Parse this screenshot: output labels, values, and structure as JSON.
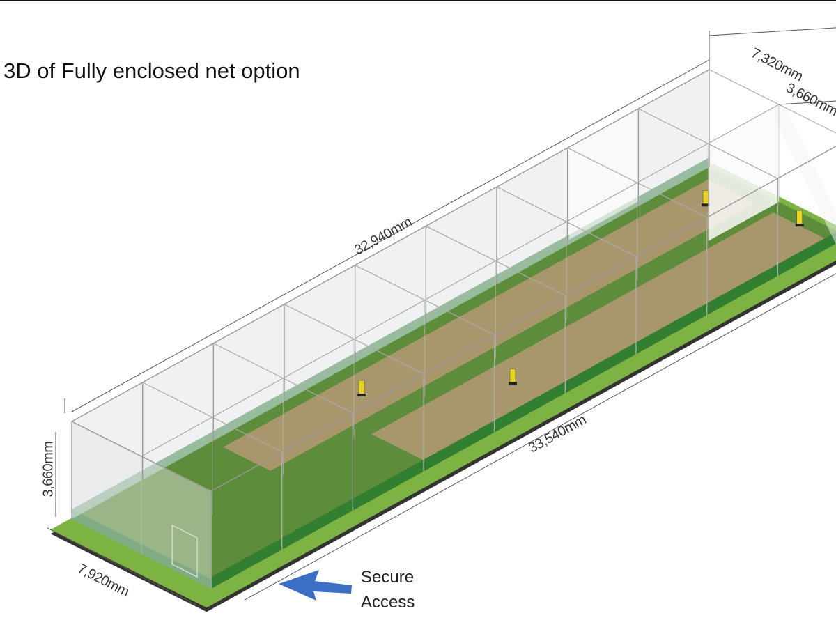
{
  "title": "3D of Fully enclosed net option",
  "dimensions": {
    "overall_width_top": "7,320mm",
    "lane_width_top": "3,660mm",
    "net_length": "32,940mm",
    "base_length": "33,540mm",
    "net_height": "3,660mm",
    "base_width": "7,920mm"
  },
  "callout": {
    "line1": "Secure",
    "line2": "Access",
    "arrow_color": "#3a6fc4"
  },
  "colors": {
    "base": "#7cb342",
    "floor": "#5d8c3a",
    "pitch": "#a8976c",
    "edge": "#2e7d32",
    "net": "#e4e6e8",
    "stump": "#e8d21a"
  }
}
